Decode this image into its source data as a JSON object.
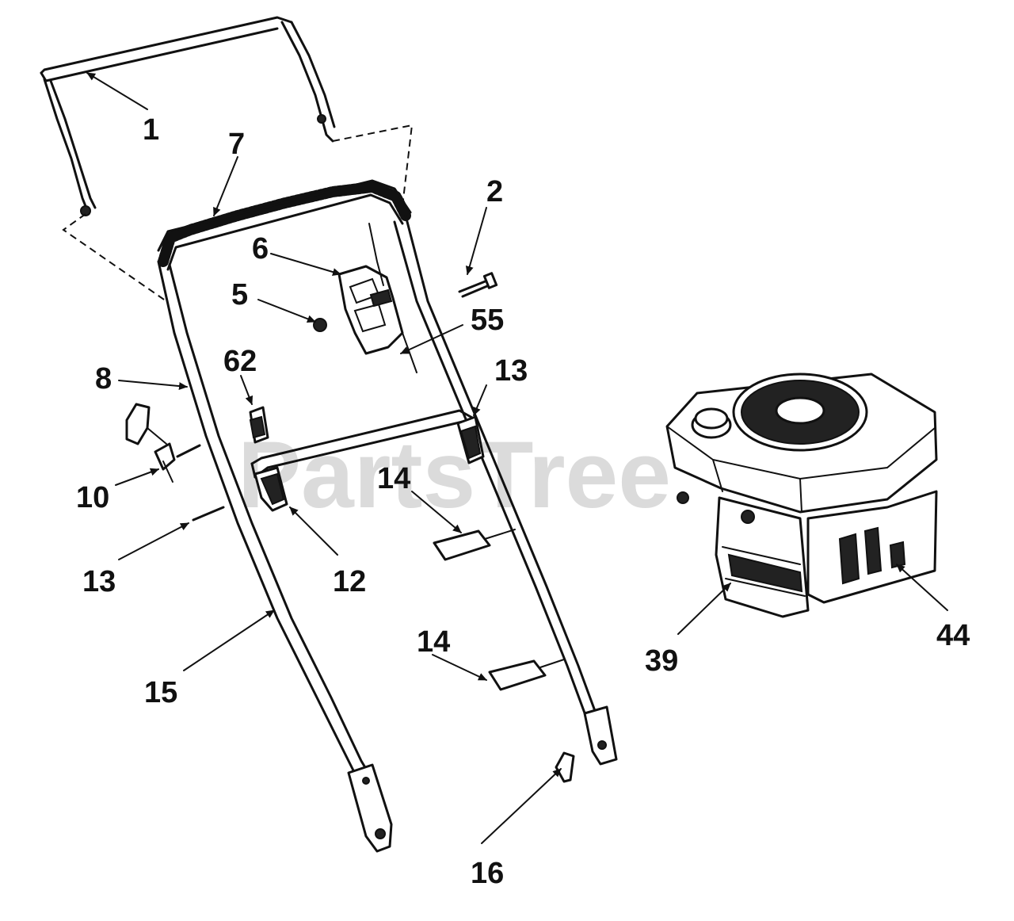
{
  "watermark": "PartsTree",
  "callouts": {
    "c1": "1",
    "c2": "2",
    "c5": "5",
    "c6": "6",
    "c7": "7",
    "c8": "8",
    "c10": "10",
    "c12": "12",
    "c13a": "13",
    "c13b": "13",
    "c14a": "14",
    "c14b": "14",
    "c15": "15",
    "c16": "16",
    "c39": "39",
    "c44": "44",
    "c55": "55",
    "c62": "62"
  }
}
